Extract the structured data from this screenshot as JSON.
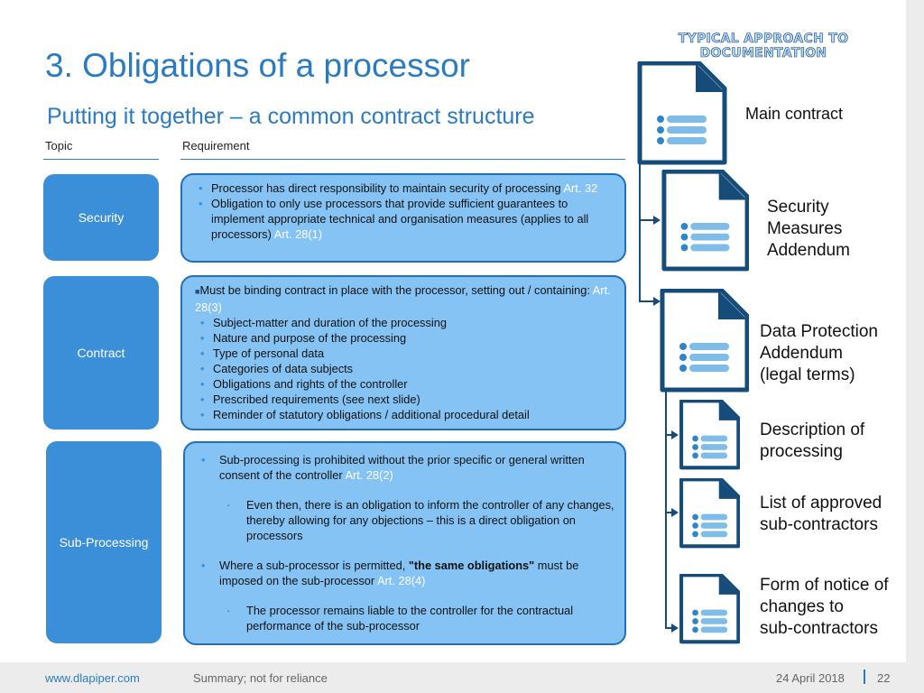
{
  "slide": {
    "tagline_line1": "TYPICAL APPROACH TO",
    "tagline_line2": "DOCUMENTATION",
    "title": "3. Obligations of a processor",
    "subtitle": "Putting it together – a common contract structure",
    "col_topic": "Topic",
    "col_requirement": "Requirement"
  },
  "rows": [
    {
      "topic": "Security",
      "items": [
        {
          "text": "Processor has direct responsibility to maintain security of processing ",
          "art": "Art. 32"
        },
        {
          "text": "Obligation to only use processors that provide sufficient guarantees to implement appropriate technical and organisation measures (applies to all processors) ",
          "art": "Art. 28(1)"
        }
      ]
    },
    {
      "topic": "Contract",
      "intro_text": "Must  be binding contract in place with the processor, setting out / containing: ",
      "intro_art": "Art. 28(3)",
      "items": [
        "Subject-matter and duration of the processing",
        "Nature and purpose of the processing",
        "Type of personal data",
        "Categories of data subjects",
        "Obligations and rights of the controller",
        "Prescribed requirements (see next slide)",
        "Reminder of statutory obligations / additional procedural detail"
      ]
    },
    {
      "topic": "Sub-Processing",
      "item1_text": "Sub-processing  is prohibited without the prior specific or general written consent of the controller ",
      "item1_art": "Art. 28(2)",
      "sub1": "Even then, there is an obligation to inform the controller of any changes, thereby allowing for any objections – this is a direct obligation on processors",
      "item2_pre": "Where a sub-processor is permitted, ",
      "item2_bold": "\"the same obligations\"",
      "item2_post": " must be imposed on the sub-processor ",
      "item2_art": "Art. 28(4)",
      "sub2": "The processor remains liable to the controller for the contractual performance of the sub-processor"
    }
  ],
  "documents": [
    {
      "label": "Main contract"
    },
    {
      "label_lines": [
        "Security",
        "Measures",
        "Addendum"
      ]
    },
    {
      "label_lines": [
        "Data Protection",
        "Addendum",
        "(legal terms)"
      ]
    },
    {
      "label_lines": [
        "Description of",
        "processing"
      ]
    },
    {
      "label_lines": [
        "List of approved",
        "sub-contractors"
      ]
    },
    {
      "label_lines": [
        "Form of notice of",
        "changes to",
        "sub-contractors"
      ]
    }
  ],
  "footer": {
    "website": "www.dlapiper.com",
    "disclaimer": "Summary; not for reliance",
    "date": "24 April 2018",
    "page": "22"
  },
  "colors": {
    "accent": "#2b7bc0",
    "box_fill": "#85c3f5",
    "box_border": "#1f6fb9",
    "topic_fill": "#3b8fd8",
    "icon_navy": "#154c79"
  }
}
